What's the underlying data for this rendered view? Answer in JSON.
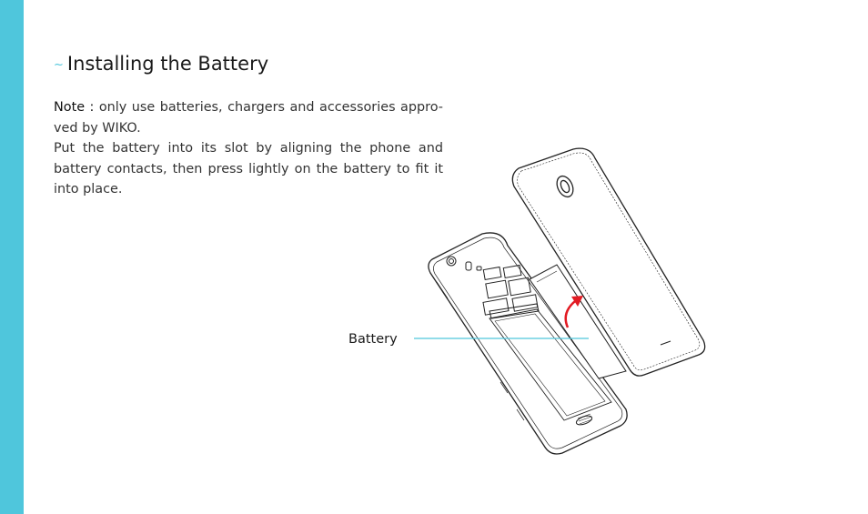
{
  "page": {
    "sidebar_color": "#4fc6dc",
    "accent_color": "#4fc6dc",
    "arrow_color": "#e21b23"
  },
  "header": {
    "tilde": "~",
    "title": "Installing the Battery"
  },
  "content": {
    "note_label": "Note :",
    "note_text": " only use batteries, chargers and accessories appro-ved by WIKO.",
    "instruction_text": "Put the battery into its slot by aligning the phone and battery contacts, then press lightly on the battery to fit it into place."
  },
  "figure": {
    "callout_label": "Battery",
    "icons": [
      "phone-body-icon",
      "battery-icon",
      "back-cover-icon",
      "rotate-arrow-icon"
    ]
  }
}
